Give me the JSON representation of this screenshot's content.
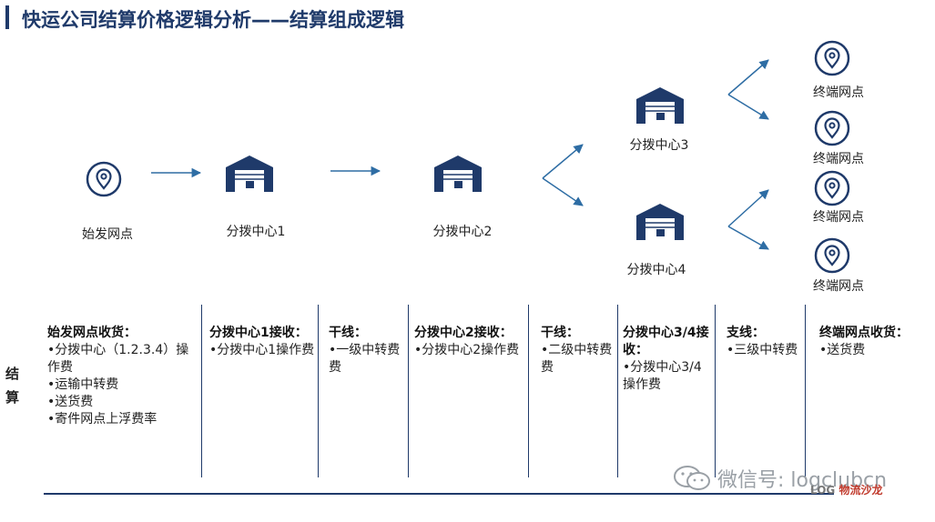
{
  "title": "快运公司结算价格逻辑分析——结算组成逻辑",
  "colors": {
    "primary": "#1f3a6a",
    "arrow": "#2e6da4",
    "red": "#c0392b"
  },
  "nodes": {
    "origin": "始发网点",
    "hub1": "分拨中心1",
    "hub2": "分拨中心2",
    "hub3": "分拨中心3",
    "hub4": "分拨中心4",
    "terminal1": "终端网点",
    "terminal2": "终端网点",
    "terminal3": "终端网点",
    "terminal4": "终端网点"
  },
  "side_label": "结算",
  "columns": [
    {
      "head": "始发网点收货：",
      "items": [
        "•分拨中心（1.2.3.4）操作费",
        "•运输中转费",
        "•送货费",
        "•寄件网点上浮费率"
      ]
    },
    {
      "head": "分拨中心1接收：",
      "items": [
        "•分拨中心1操作费"
      ]
    },
    {
      "head": "干线：",
      "items": [
        "•一级中转费费"
      ]
    },
    {
      "head": "分拨中心2接收：",
      "items": [
        "•分拨中心2操作费"
      ]
    },
    {
      "head": "干线：",
      "items": [
        "•二级中转费费"
      ]
    },
    {
      "head": "分拨中心3/4接收：",
      "items": [
        "•分拨中心3/4操作费"
      ]
    },
    {
      "head": "支线：",
      "items": [
        "•三级中转费"
      ]
    },
    {
      "head": "终端网点收货：",
      "items": [
        "•送货费"
      ]
    }
  ],
  "watermark": {
    "text": "微信号: logclubcn",
    "logo_a": "LOG",
    "logo_b": "物流沙龙",
    "icon": "wechat-icon"
  }
}
